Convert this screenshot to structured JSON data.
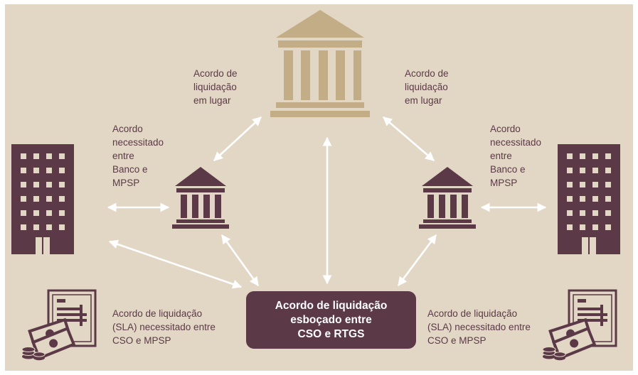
{
  "colors": {
    "background": "#e2d6c5",
    "central_bank": "#c3ad86",
    "institution": "#5b3947",
    "arrow": "#ffffff",
    "text": "#5b3947"
  },
  "icons": {
    "central_bank": "central-bank-icon",
    "commercial_bank": "bank-icon",
    "building": "office-building-icon",
    "agreement": "contract-document-icon",
    "money": "banknotes-coins-icon"
  },
  "labels": {
    "top_left": [
      "Acordo de",
      "liquidação",
      "em lugar"
    ],
    "top_right": [
      "Acordo de",
      "liquidação",
      "em lugar"
    ],
    "mid_left": [
      "Acordo",
      "necessitado",
      "entre",
      "Banco e",
      "MPSP"
    ],
    "mid_right": [
      "Acordo",
      "necessitado",
      "entre",
      "Banco e",
      "MPSP"
    ],
    "bottom_left": [
      "Acordo de liquidação",
      "(SLA) necessitado entre",
      "CSO e MPSP"
    ],
    "bottom_right": [
      "Acordo de liquidação",
      "(SLA) necessitado entre",
      "CSO e MPSP"
    ]
  },
  "center_box": [
    "Acordo de liquidação",
    "esboçado entre",
    "CSO e RTGS"
  ]
}
